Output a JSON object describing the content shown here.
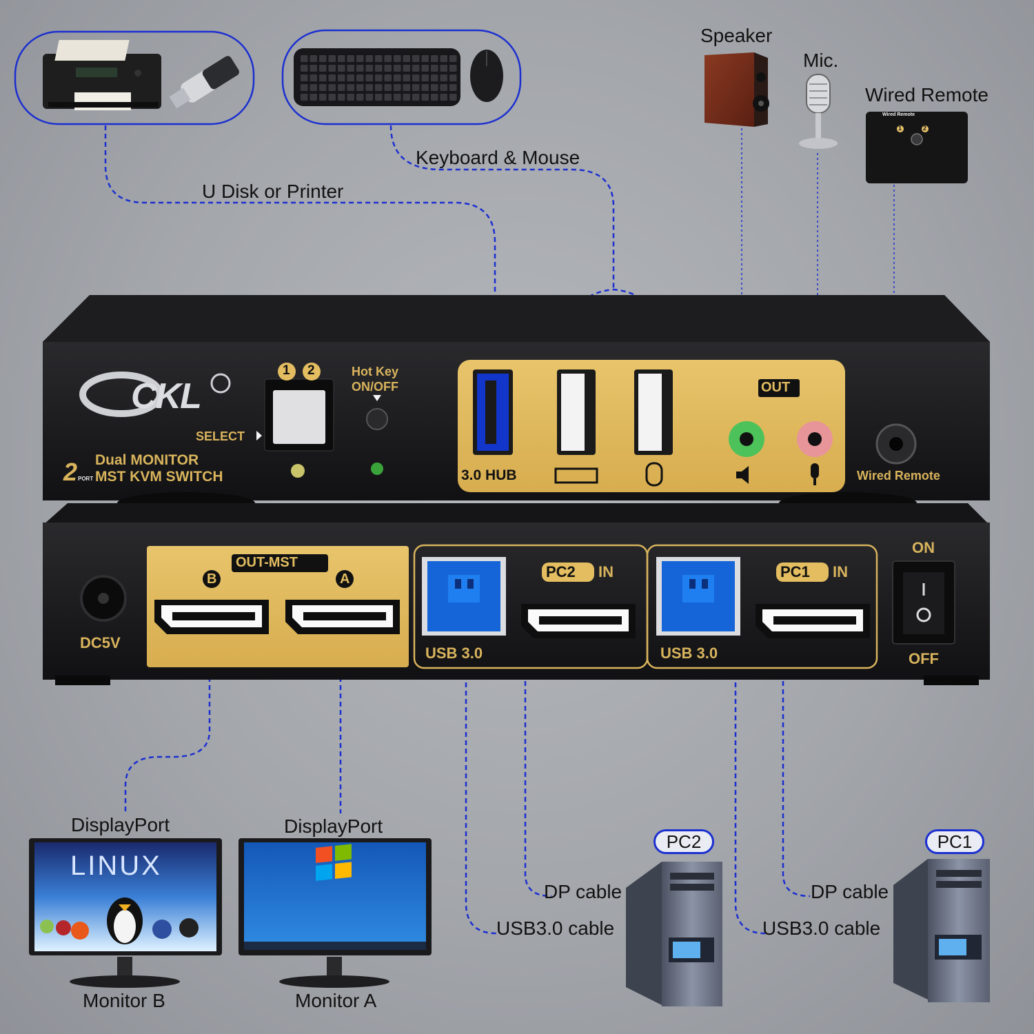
{
  "labels": {
    "usb_peripheral": "U Disk or Printer",
    "keyboard_mouse": "Keyboard & Mouse",
    "speaker": "Speaker",
    "mic": "Mic.",
    "wired_remote_device": "Wired Remote",
    "monitor_b_cable": "DisplayPort",
    "monitor_a_cable": "DisplayPort",
    "monitor_b": "Monitor B",
    "monitor_a": "Monitor A",
    "pc2_tag": "PC2",
    "pc1_tag": "PC1",
    "pc2_dp_cable": "DP cable",
    "pc2_usb_cable": "USB3.0 cable",
    "pc1_dp_cable": "DP cable",
    "pc1_usb_cable": "USB3.0 cable"
  },
  "front_panel": {
    "brand": "CKL",
    "port_count_digit": "2",
    "port_word": "PORT",
    "product_line1": "Dual MONITOR",
    "product_line2": "MST KVM SWITCH",
    "select_label": "SELECT",
    "num_one": "1",
    "num_two": "2",
    "hotkey_label_1": "Hot Key",
    "hotkey_label_2": "ON/OFF",
    "hub_label": "3.0 HUB",
    "out_label": "OUT",
    "wired_remote_label": "Wired Remote"
  },
  "rear_panel": {
    "dc_label": "DC5V",
    "out_mst_label": "OUT-MST",
    "port_b": "B",
    "port_a": "A",
    "pc2_badge": "PC2",
    "pc1_badge": "PC1",
    "in_label": "IN",
    "usb_label_pc2": "USB 3.0",
    "usb_label_pc1": "USB 3.0",
    "power_on": "ON",
    "power_off": "OFF"
  },
  "remote_device": {
    "title": "Wired Remote",
    "one": "1",
    "two": "2"
  },
  "screens": {
    "monitor_b_os": "LINUX"
  },
  "icons": [
    "printer-icon",
    "usb-flash-drive-icon",
    "keyboard-icon",
    "mouse-icon",
    "speaker-icon",
    "microphone-icon",
    "wired-remote-icon",
    "monitor-icon",
    "pc-tower-icon",
    "windows-logo-icon",
    "tux-icon"
  ],
  "colors": {
    "cable": "#1b2fd0",
    "gold_panel": "#e3bd60",
    "device_body": "#1b1b1d",
    "background": "#a3a6ab"
  }
}
